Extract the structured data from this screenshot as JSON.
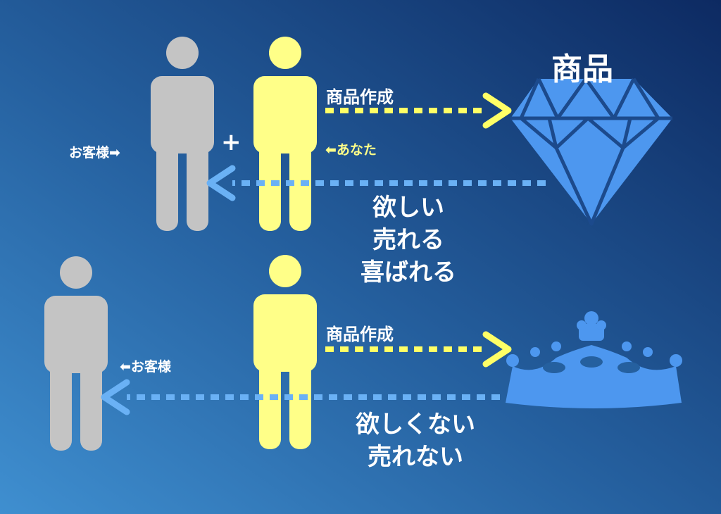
{
  "product_title": "商品",
  "top_section": {
    "create_label": "商品作成",
    "customer_label": "お客様",
    "customer_arrow": "➡",
    "plus_sign": "+",
    "you_label": "あなた",
    "you_arrow": "⬅",
    "result_lines": [
      "欲しい",
      "売れる",
      "喜ばれる"
    ]
  },
  "bottom_section": {
    "create_label": "商品作成",
    "customer_label": "お客様",
    "customer_arrow": "⬅",
    "result_lines": [
      "欲しくない",
      "売れない"
    ]
  },
  "colors": {
    "customer_figure": "#c4c4c4",
    "you_figure": "#ffff88",
    "product_blue": "#4d97ef",
    "arrow_yellow": "#ffff66",
    "arrow_blue": "#6ab1f5",
    "text_white": "#ffffff"
  },
  "icons": [
    "person-icon",
    "diamond-icon",
    "crown-icon",
    "arrow-right-icon",
    "arrow-left-icon"
  ]
}
